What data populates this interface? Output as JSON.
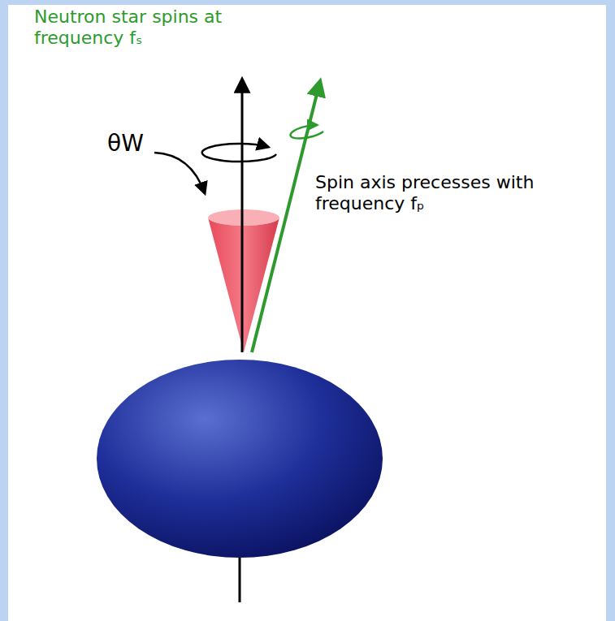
{
  "diagram": {
    "labels": [
      "Neutron star spins at frequency fₛ",
      "θW",
      "Spin axis precesses with frequency fₚ"
    ]
  }
}
